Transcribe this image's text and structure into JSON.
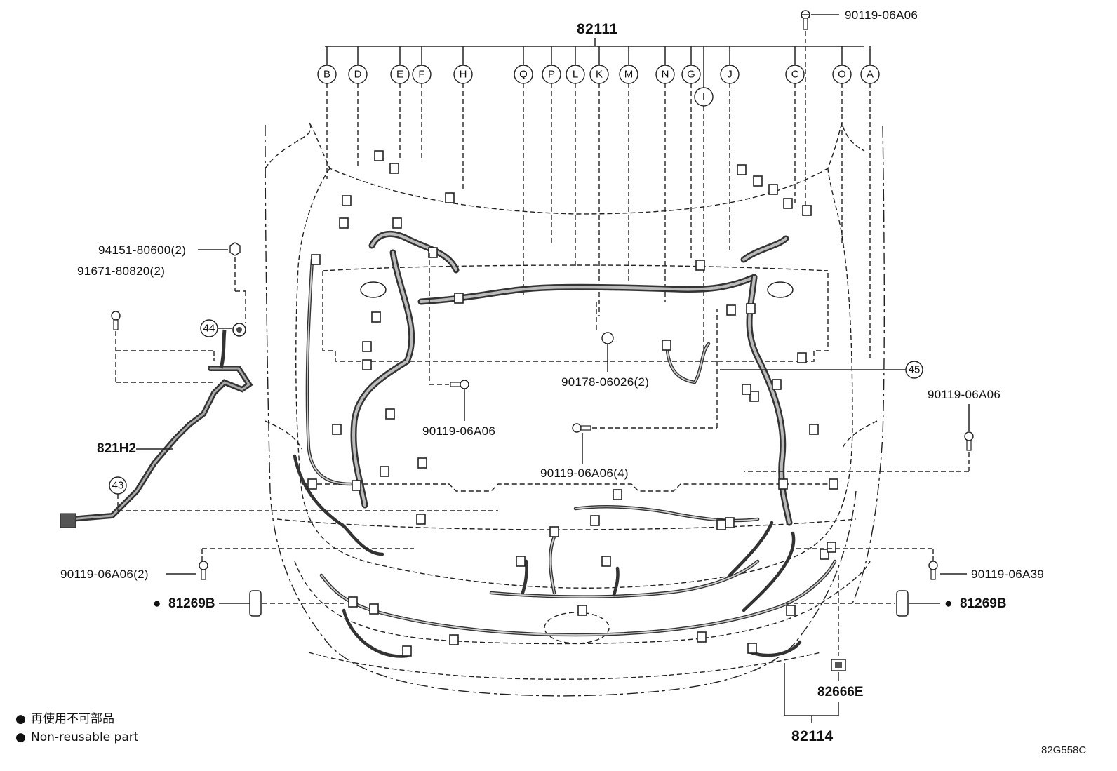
{
  "parts": {
    "main_harness": "82111",
    "bolt_top_right": "90119-06A06",
    "nut_left": "94151-80600(2)",
    "bolt_left": "91671-80820(2)",
    "cable_left": "821H2",
    "bolt_center_left": "90119-06A06",
    "clip_center": "90178-06026(2)",
    "bolt_center": "90119-06A06(4)",
    "bolt_right": "90119-06A06",
    "bolt_lower_left": "90119-06A06(2)",
    "bolt_lower_right": "90119-06A39",
    "grommet_left": "81269B",
    "grommet_right": "81269B",
    "clamp_front": "82666E",
    "front_harness": "82114"
  },
  "non_reusable_mark": "●",
  "callouts": [
    "B",
    "D",
    "E",
    "F",
    "H",
    "Q",
    "P",
    "L",
    "K",
    "M",
    "N",
    "G",
    "I",
    "J",
    "C",
    "O",
    "A"
  ],
  "ref_numbers": {
    "n44": "44",
    "n43": "43",
    "n45": "45"
  },
  "legend": {
    "symbol": "●",
    "jp": "再使用不可部品",
    "en": "Non-reusable part"
  },
  "diagram_code": "82G558C"
}
